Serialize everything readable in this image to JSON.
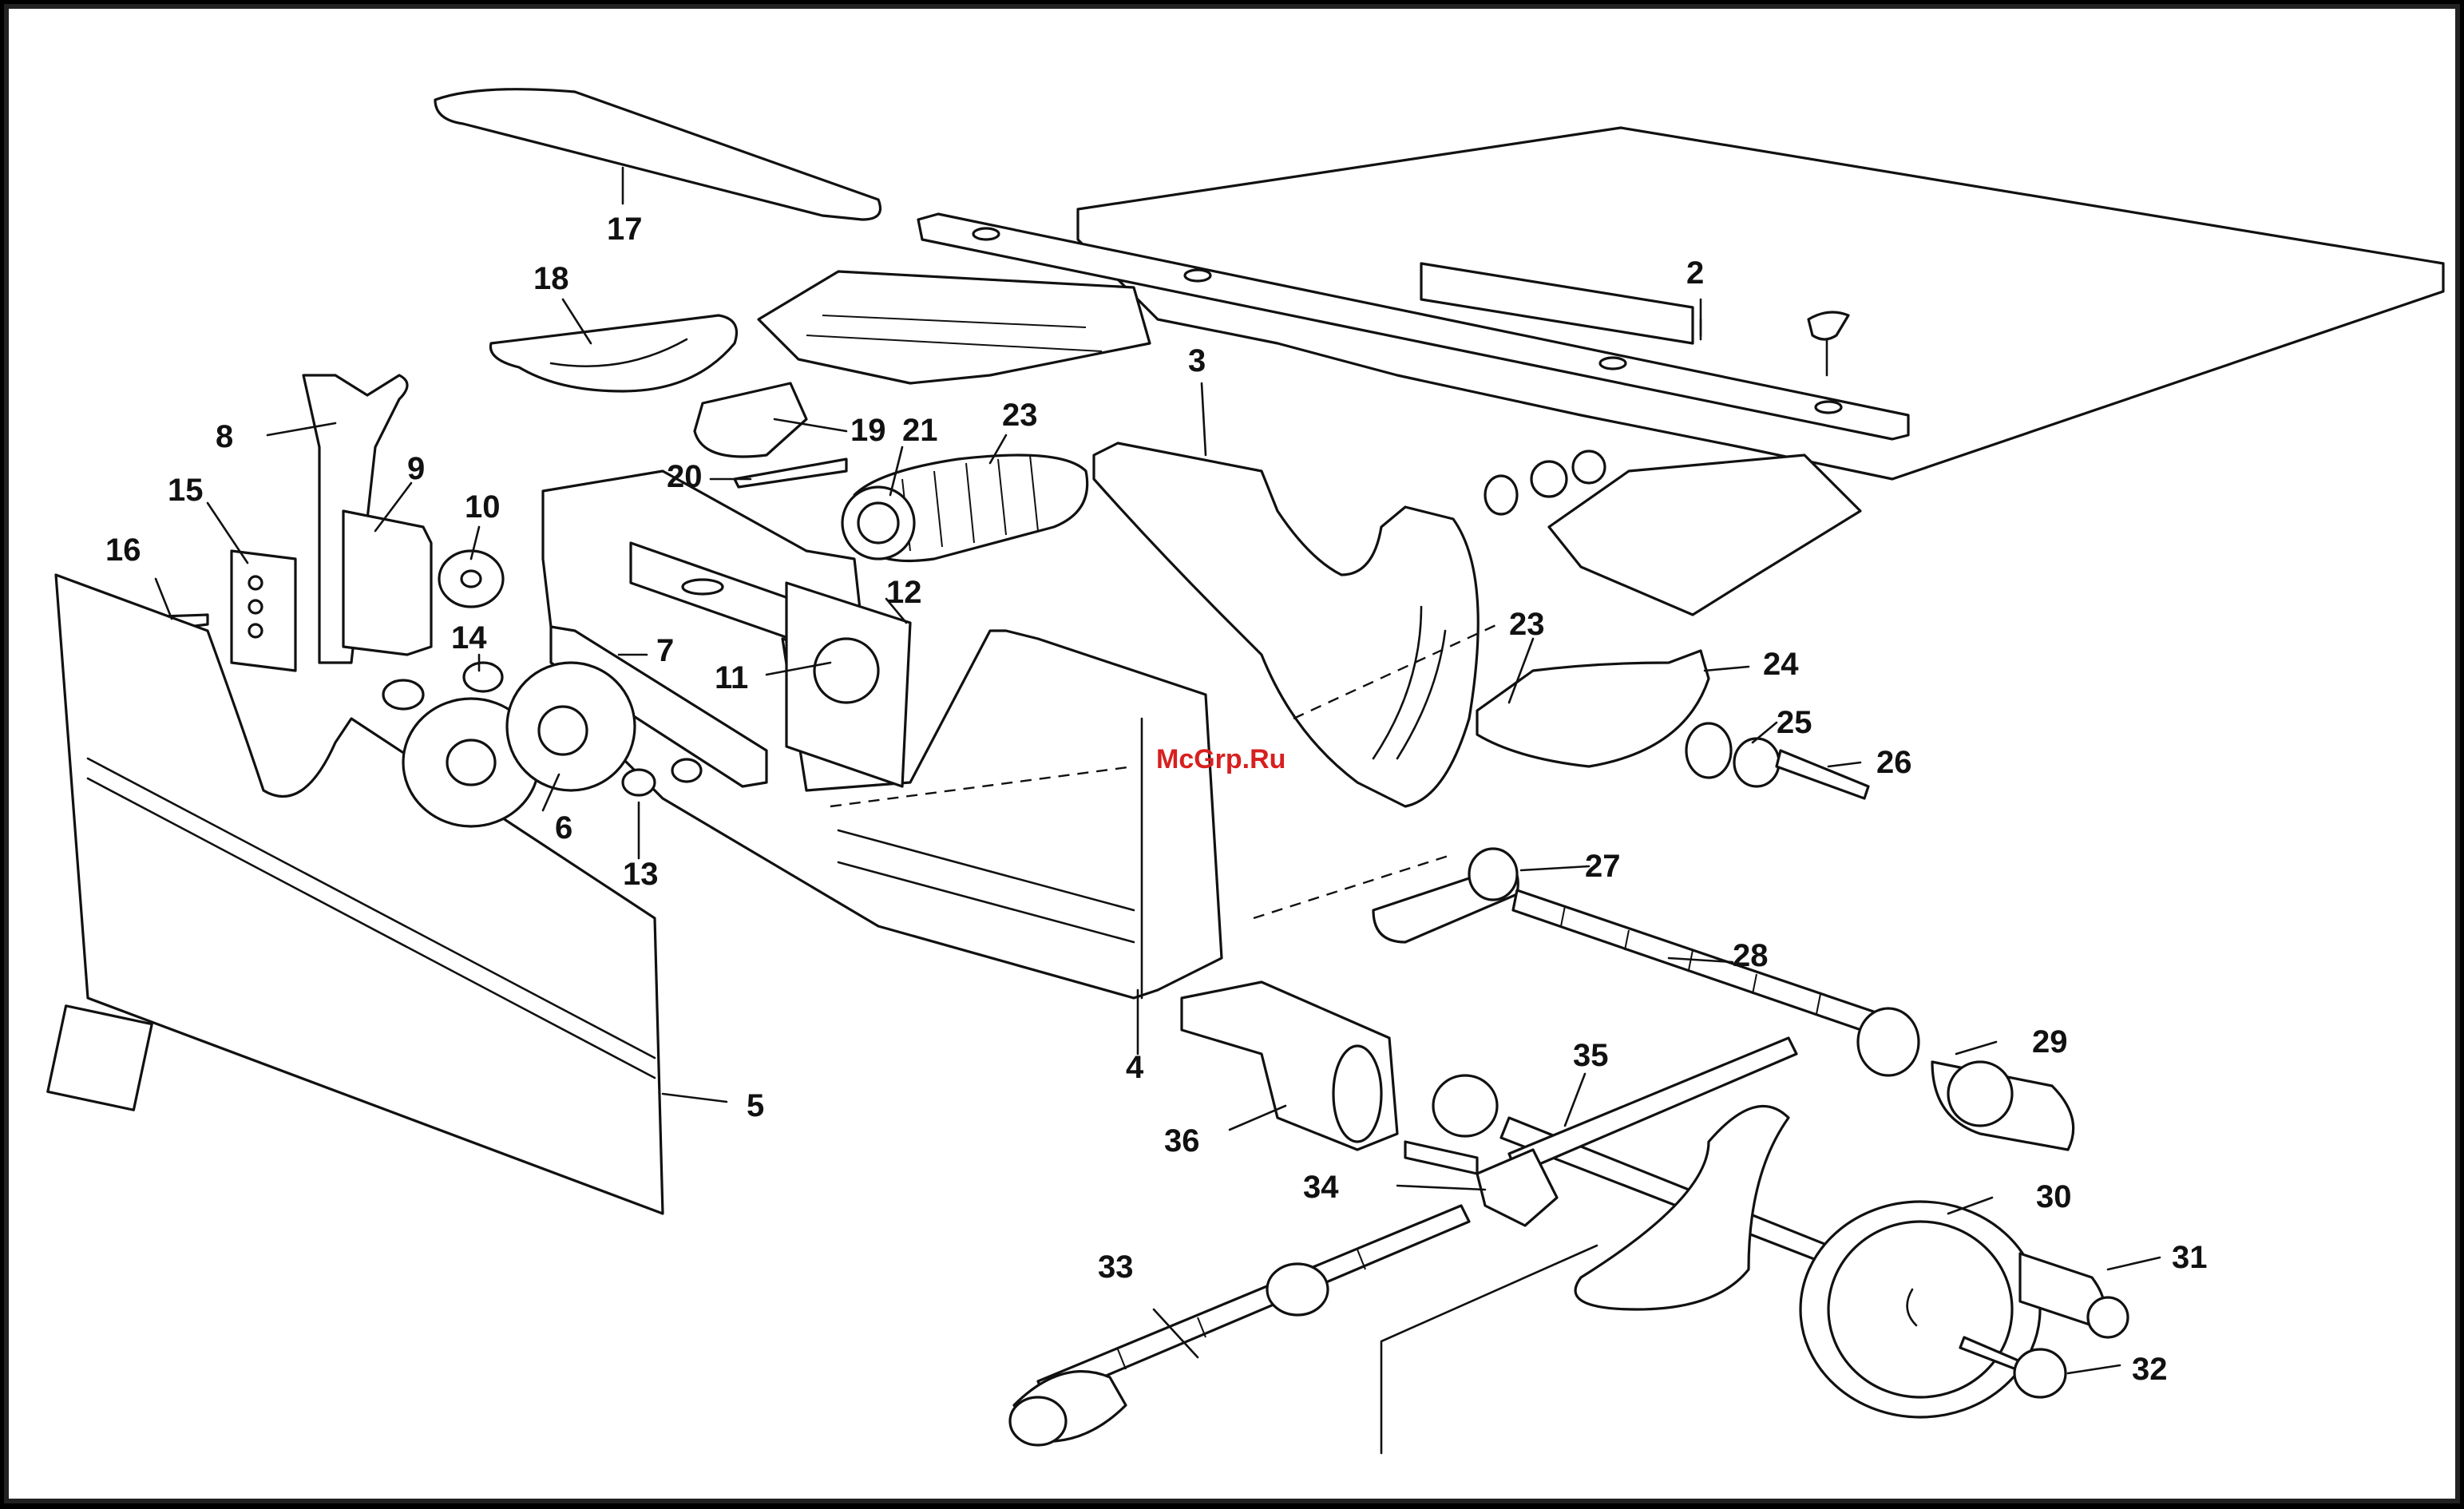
{
  "watermark": "McGrp.Ru",
  "callouts": [
    {
      "id": "c17",
      "text": "17"
    },
    {
      "id": "c2",
      "text": "2"
    },
    {
      "id": "c18",
      "text": "18"
    },
    {
      "id": "c3",
      "text": "3"
    },
    {
      "id": "c8",
      "text": "8"
    },
    {
      "id": "c9",
      "text": "9"
    },
    {
      "id": "c19",
      "text": "19"
    },
    {
      "id": "c21",
      "text": "21"
    },
    {
      "id": "c23a",
      "text": "23"
    },
    {
      "id": "c20",
      "text": "20"
    },
    {
      "id": "c15",
      "text": "15"
    },
    {
      "id": "c10",
      "text": "10"
    },
    {
      "id": "c16",
      "text": "16"
    },
    {
      "id": "c12",
      "text": "12"
    },
    {
      "id": "c14",
      "text": "14"
    },
    {
      "id": "c7",
      "text": "7"
    },
    {
      "id": "c11",
      "text": "11"
    },
    {
      "id": "c23b",
      "text": "23"
    },
    {
      "id": "c24",
      "text": "24"
    },
    {
      "id": "c25",
      "text": "25"
    },
    {
      "id": "c26",
      "text": "26"
    },
    {
      "id": "c6",
      "text": "6"
    },
    {
      "id": "c13",
      "text": "13"
    },
    {
      "id": "c27",
      "text": "27"
    },
    {
      "id": "c28",
      "text": "28"
    },
    {
      "id": "c29",
      "text": "29"
    },
    {
      "id": "c4",
      "text": "4"
    },
    {
      "id": "c35",
      "text": "35"
    },
    {
      "id": "c5",
      "text": "5"
    },
    {
      "id": "c36",
      "text": "36"
    },
    {
      "id": "c34",
      "text": "34"
    },
    {
      "id": "c30",
      "text": "30"
    },
    {
      "id": "c31",
      "text": "31"
    },
    {
      "id": "c33",
      "text": "33"
    },
    {
      "id": "c32",
      "text": "32"
    }
  ]
}
